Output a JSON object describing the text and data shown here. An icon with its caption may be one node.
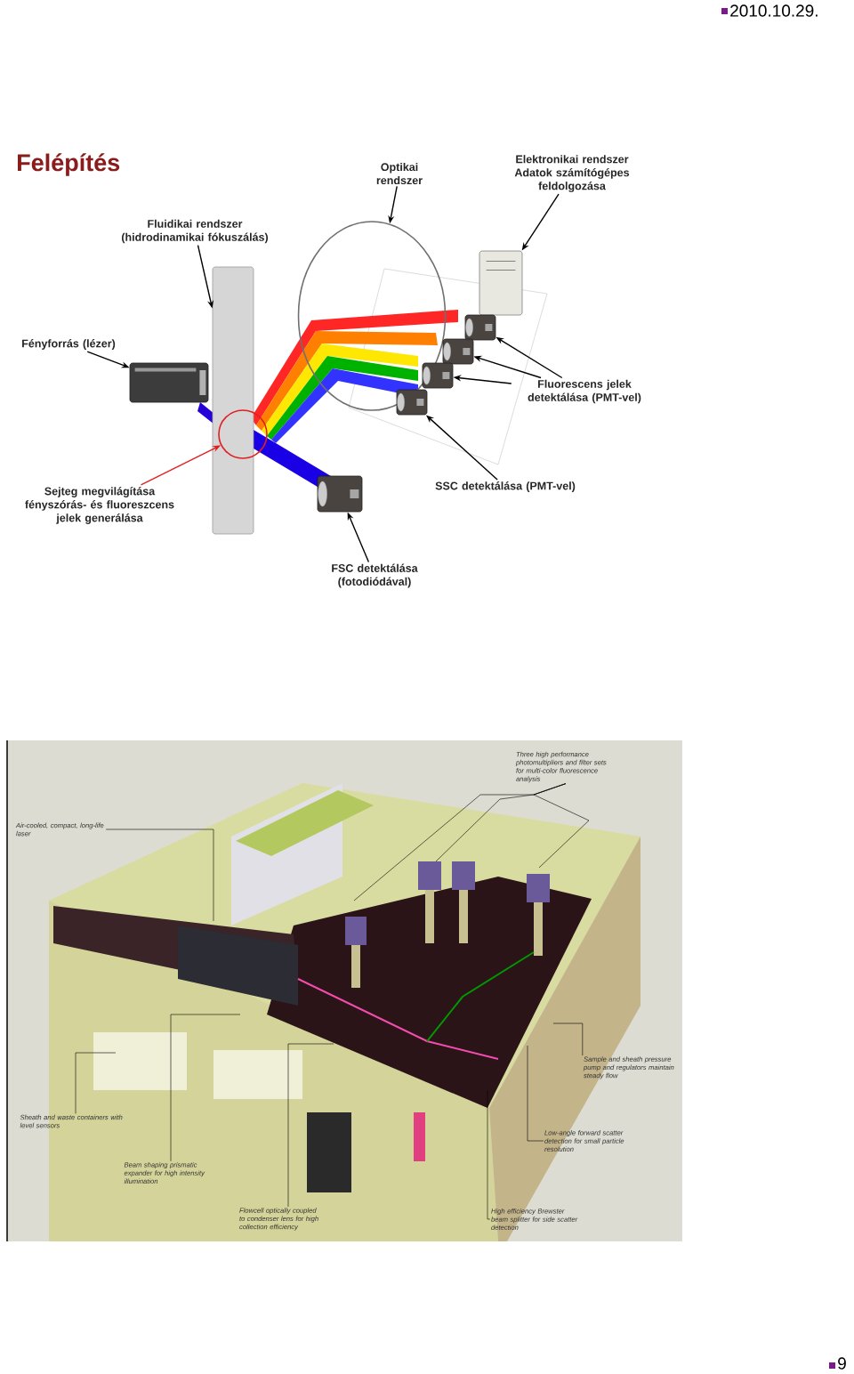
{
  "diagram": {
    "title": "Felépítés",
    "nodes": [
      {
        "text": [
          "Fluidikai rendszer (hidrodinamikai fókuszálás)"
        ]
      },
      {
        "text": [],
        "shape": "picture"
      },
      {
        "text": [
          "Optikai rendszer"
        ]
      },
      {
        "text": [],
        "shape": "circle"
      },
      {
        "text": [
          "Elektronikai rendszer",
          "Adatok számítógépes feldolgozása"
        ]
      },
      {
        "text": [],
        "shape": "picture"
      },
      {
        "text": [
          "Fényforrás (lézer)"
        ]
      },
      {
        "text": [],
        "shape": "picture"
      },
      {
        "text": [
          "Fluorescens jelek detektálása (PMT-vel)"
        ]
      },
      {
        "text": [],
        "shape": "picture"
      },
      {
        "text": [],
        "shape": "picture"
      },
      {
        "text": [],
        "shape": "picture"
      },
      {
        "text": [
          "SSC detektálása (PMT-vel)"
        ]
      },
      {
        "text": [],
        "shape": "picture"
      },
      {
        "text": [
          "Sejteg megvilágítása fényszórás- és fluoreszcens jelek generálása"
        ]
      },
      {
        "text": [],
        "shape": "circle"
      },
      {
        "text": [
          "FSC detektálása (fotodiódával)"
        ]
      },
      {
        "text": [],
        "shape": "picture"
      },
      {
        "text": [
          "Air-cooled, compact, long-life laser"
        ]
      },
      {
        "text": [
          "Three high performance photomultipliers and filter sets for multi-color fluorescence analysis"
        ]
      },
      {
        "text": [
          "Sheath and waste containers with level sensors"
        ]
      },
      {
        "text": [
          "Beam shaping prismatic expander for high intensity illumination"
        ]
      },
      {
        "text": [
          "Flowcell optically coupled to condenser lens for high collection efficiency"
        ]
      },
      {
        "text": [
          "Sample and sheath pressure pump and regulators maintain steady flow"
        ]
      },
      {
        "text": [
          "Low-angle forward scatter detection for small particle resolution"
        ]
      },
      {
        "text": [
          "High efficiency Brewster beam splitter for side scatter detection"
        ]
      }
    ],
    "edges": [
      {
        "from": 0,
        "to": 1,
        "arrow": "to"
      },
      {
        "from": 2,
        "to": 3,
        "arrow": "to"
      },
      {
        "from": 4,
        "to": 5,
        "arrow": "to"
      },
      {
        "from": 6,
        "to": 7,
        "arrow": "to"
      },
      {
        "from": 8,
        "to": 9,
        "arrow": "to"
      },
      {
        "from": 8,
        "to": 10,
        "arrow": "to"
      },
      {
        "from": 8,
        "to": 11,
        "arrow": "to"
      },
      {
        "from": 12,
        "to": 13,
        "arrow": "to"
      },
      {
        "from": 14,
        "to": 15,
        "arrow": "to",
        "color": "#e02020"
      },
      {
        "from": 16,
        "to": 17,
        "arrow": "to"
      },
      {
        "from": 18,
        "to": null,
        "arrow": "none"
      },
      {
        "from": 19,
        "to": null,
        "arrow": "none"
      },
      {
        "from": 19,
        "to": null,
        "arrow": "none"
      },
      {
        "from": 19,
        "to": null,
        "arrow": "none"
      },
      {
        "from": 20,
        "to": null,
        "arrow": "none"
      },
      {
        "from": 21,
        "to": null,
        "arrow": "none"
      },
      {
        "from": 22,
        "to": null,
        "arrow": "none"
      },
      {
        "from": 23,
        "to": null,
        "arrow": "none"
      },
      {
        "from": 24,
        "to": null,
        "arrow": "none"
      },
      {
        "from": 25,
        "to": null,
        "arrow": "none"
      }
    ],
    "labels": [
      "2010.10.29.",
      "9"
    ]
  }
}
